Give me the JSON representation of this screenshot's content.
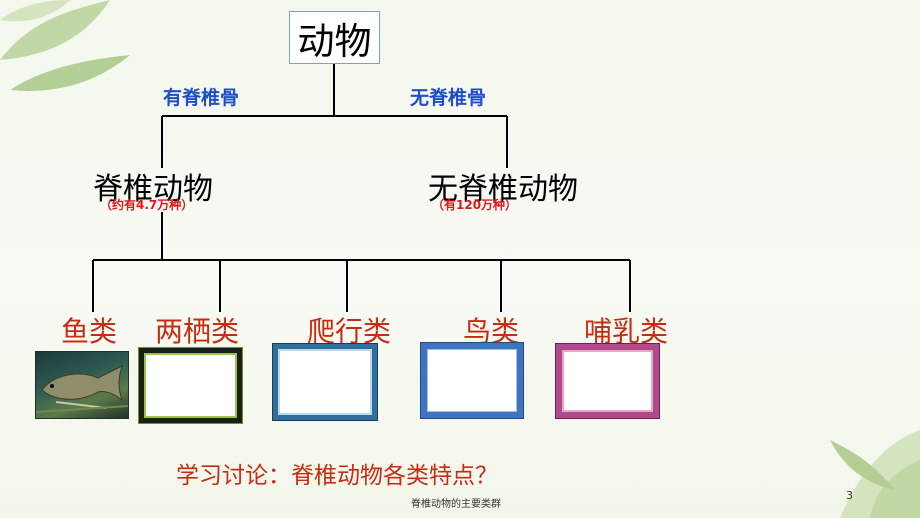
{
  "root": "动物",
  "branches": {
    "left": "有脊椎骨",
    "right": "无脊椎骨"
  },
  "nodes": {
    "vertebrate": {
      "label": "脊椎动物",
      "count": "（约有4.7万种）"
    },
    "invertebrate": {
      "label": "无脊椎动物",
      "count": "（有120万种）"
    }
  },
  "categories": [
    "鱼类",
    "两栖类",
    "爬行类",
    "鸟类",
    "哺乳类"
  ],
  "discussion": "学习讨论：脊椎动物各类特点？",
  "footer": "脊椎动物的主要类群",
  "page_number": "3",
  "colors": {
    "branch_text": "#1e4fc8",
    "category_text": "#c82c10",
    "count_text": "#e01818"
  }
}
